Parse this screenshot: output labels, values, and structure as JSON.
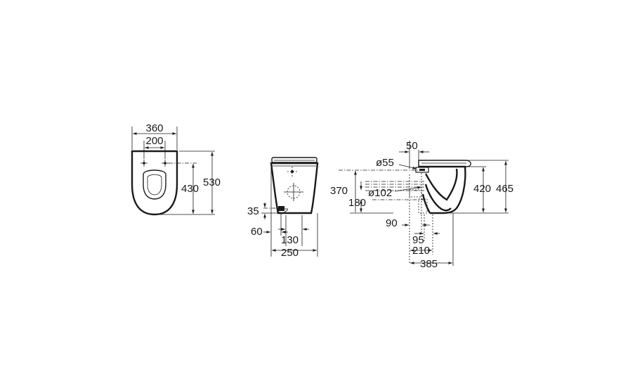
{
  "top_view": {
    "dim_overall_width": "360",
    "dim_fixing_spacing": "200",
    "dim_fixing_to_front": "430",
    "dim_overall_depth": "530"
  },
  "rear_view": {
    "dim_inlet_height": "35",
    "dim_inlet_offset": "60",
    "dim_fixing_spacing": "130",
    "dim_base_width": "250"
  },
  "side_view": {
    "dim_seat_offset": "50",
    "dim_inlet_diameter": "ø55",
    "dim_outlet_diameter": "ø102",
    "dim_inlet_height": "370",
    "dim_outlet_height": "180",
    "dim_outlet_wall_distance": "90",
    "dim_outlet_offset": "95",
    "dim_fixing_distance": "210",
    "dim_overall_projection": "385",
    "dim_rim_height": "420",
    "dim_overall_height": "465"
  }
}
